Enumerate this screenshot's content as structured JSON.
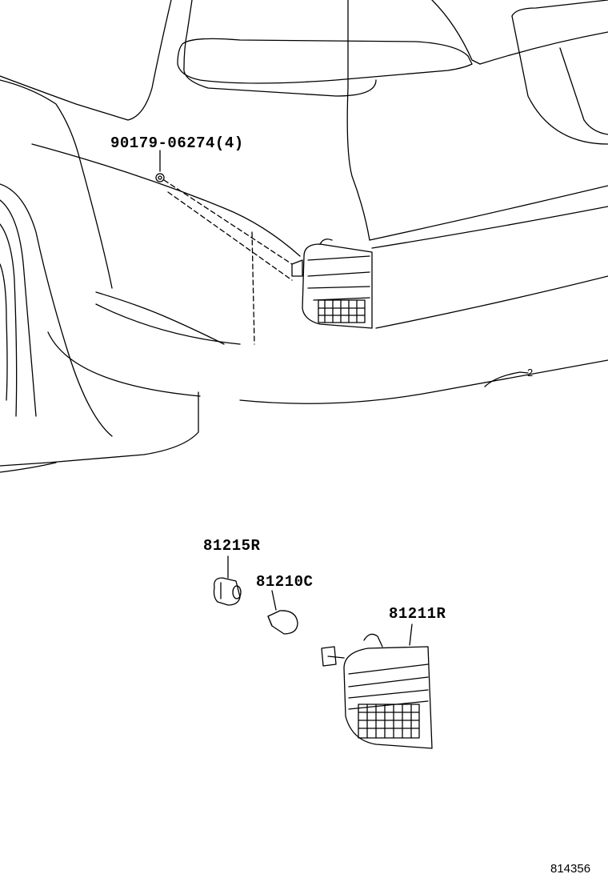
{
  "parts": {
    "bolt": "90179-06274(4)",
    "socket": "81215R",
    "bulb": "81210C",
    "lamp": "81211R"
  },
  "view_ref": "2",
  "diagram_id": "814356"
}
